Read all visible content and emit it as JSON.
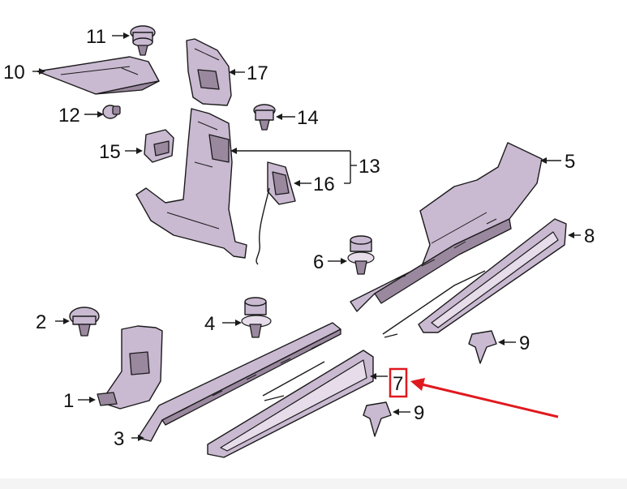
{
  "diagram": {
    "callouts": {
      "c1": "1",
      "c2": "2",
      "c3": "3",
      "c4": "4",
      "c5": "5",
      "c6": "6",
      "c7": "7",
      "c8": "8",
      "c9a": "9",
      "c9b": "9",
      "c10": "10",
      "c11": "11",
      "c12": "12",
      "c13": "13",
      "c14": "14",
      "c15": "15",
      "c16": "16",
      "c17": "17"
    },
    "highlight": {
      "color": "#e0191f",
      "target": "7"
    },
    "colors": {
      "part_fill": "#c9b9d1",
      "part_shadow": "#9a889f",
      "line": "#1a1a1a"
    }
  }
}
